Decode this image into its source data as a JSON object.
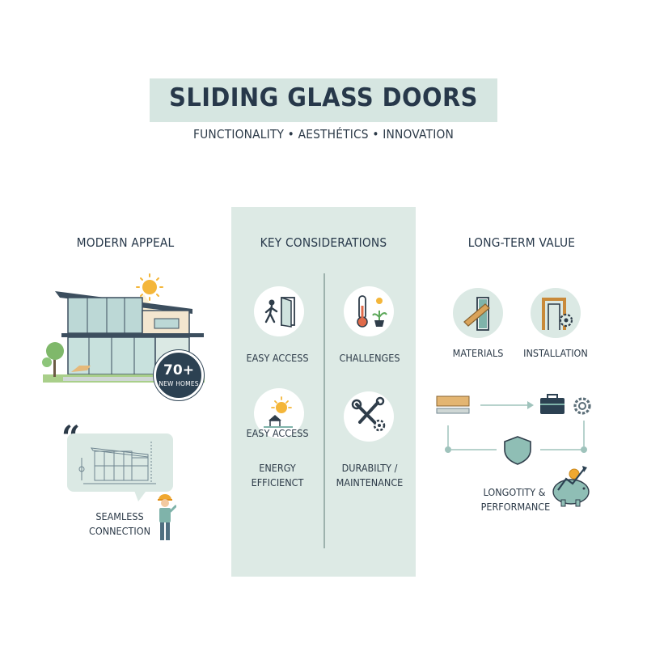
{
  "header": {
    "title": "SLIDING GLASS DOORS",
    "subtitle": "FUNCTIONALITY • AESTHÉTICS • INNOVATION"
  },
  "left": {
    "heading": "MODERN APPEAL",
    "badge_number": "70+",
    "badge_label": "NEW HOMES",
    "quote_mark": "“",
    "caption_line1": "SEAMLESS",
    "caption_line2": "CONNECTION"
  },
  "center": {
    "heading": "KEY CONSIDERATIONS",
    "items": [
      {
        "label": "EASY ACCESS",
        "icon": "walking-person-door-icon"
      },
      {
        "label": "CHALLENGES",
        "icon": "thermometer-plant-icon"
      },
      {
        "label": "EASY ACCESS",
        "icon": "sun-house-icon"
      },
      {
        "label": "",
        "icon": "wrench-gear-icon"
      }
    ],
    "energy_line1": "ENERGY",
    "energy_line2": "EFFICIENCT",
    "durability_line1": "DURABILTY /",
    "durability_line2": "MAINTENANCE"
  },
  "right": {
    "heading": "LONG-TERM VALUE",
    "materials_label": "MATERIALS",
    "installation_label": "INSTALLATION",
    "longevity_line1": "LONGOTITY &",
    "longevity_line2": "PERFORMANCE"
  },
  "colors": {
    "banner": "#d6e6e1",
    "panel": "#ddeae5",
    "navy": "#27384a",
    "accent_orange": "#f0a830",
    "accent_teal": "#7fb3aa"
  }
}
